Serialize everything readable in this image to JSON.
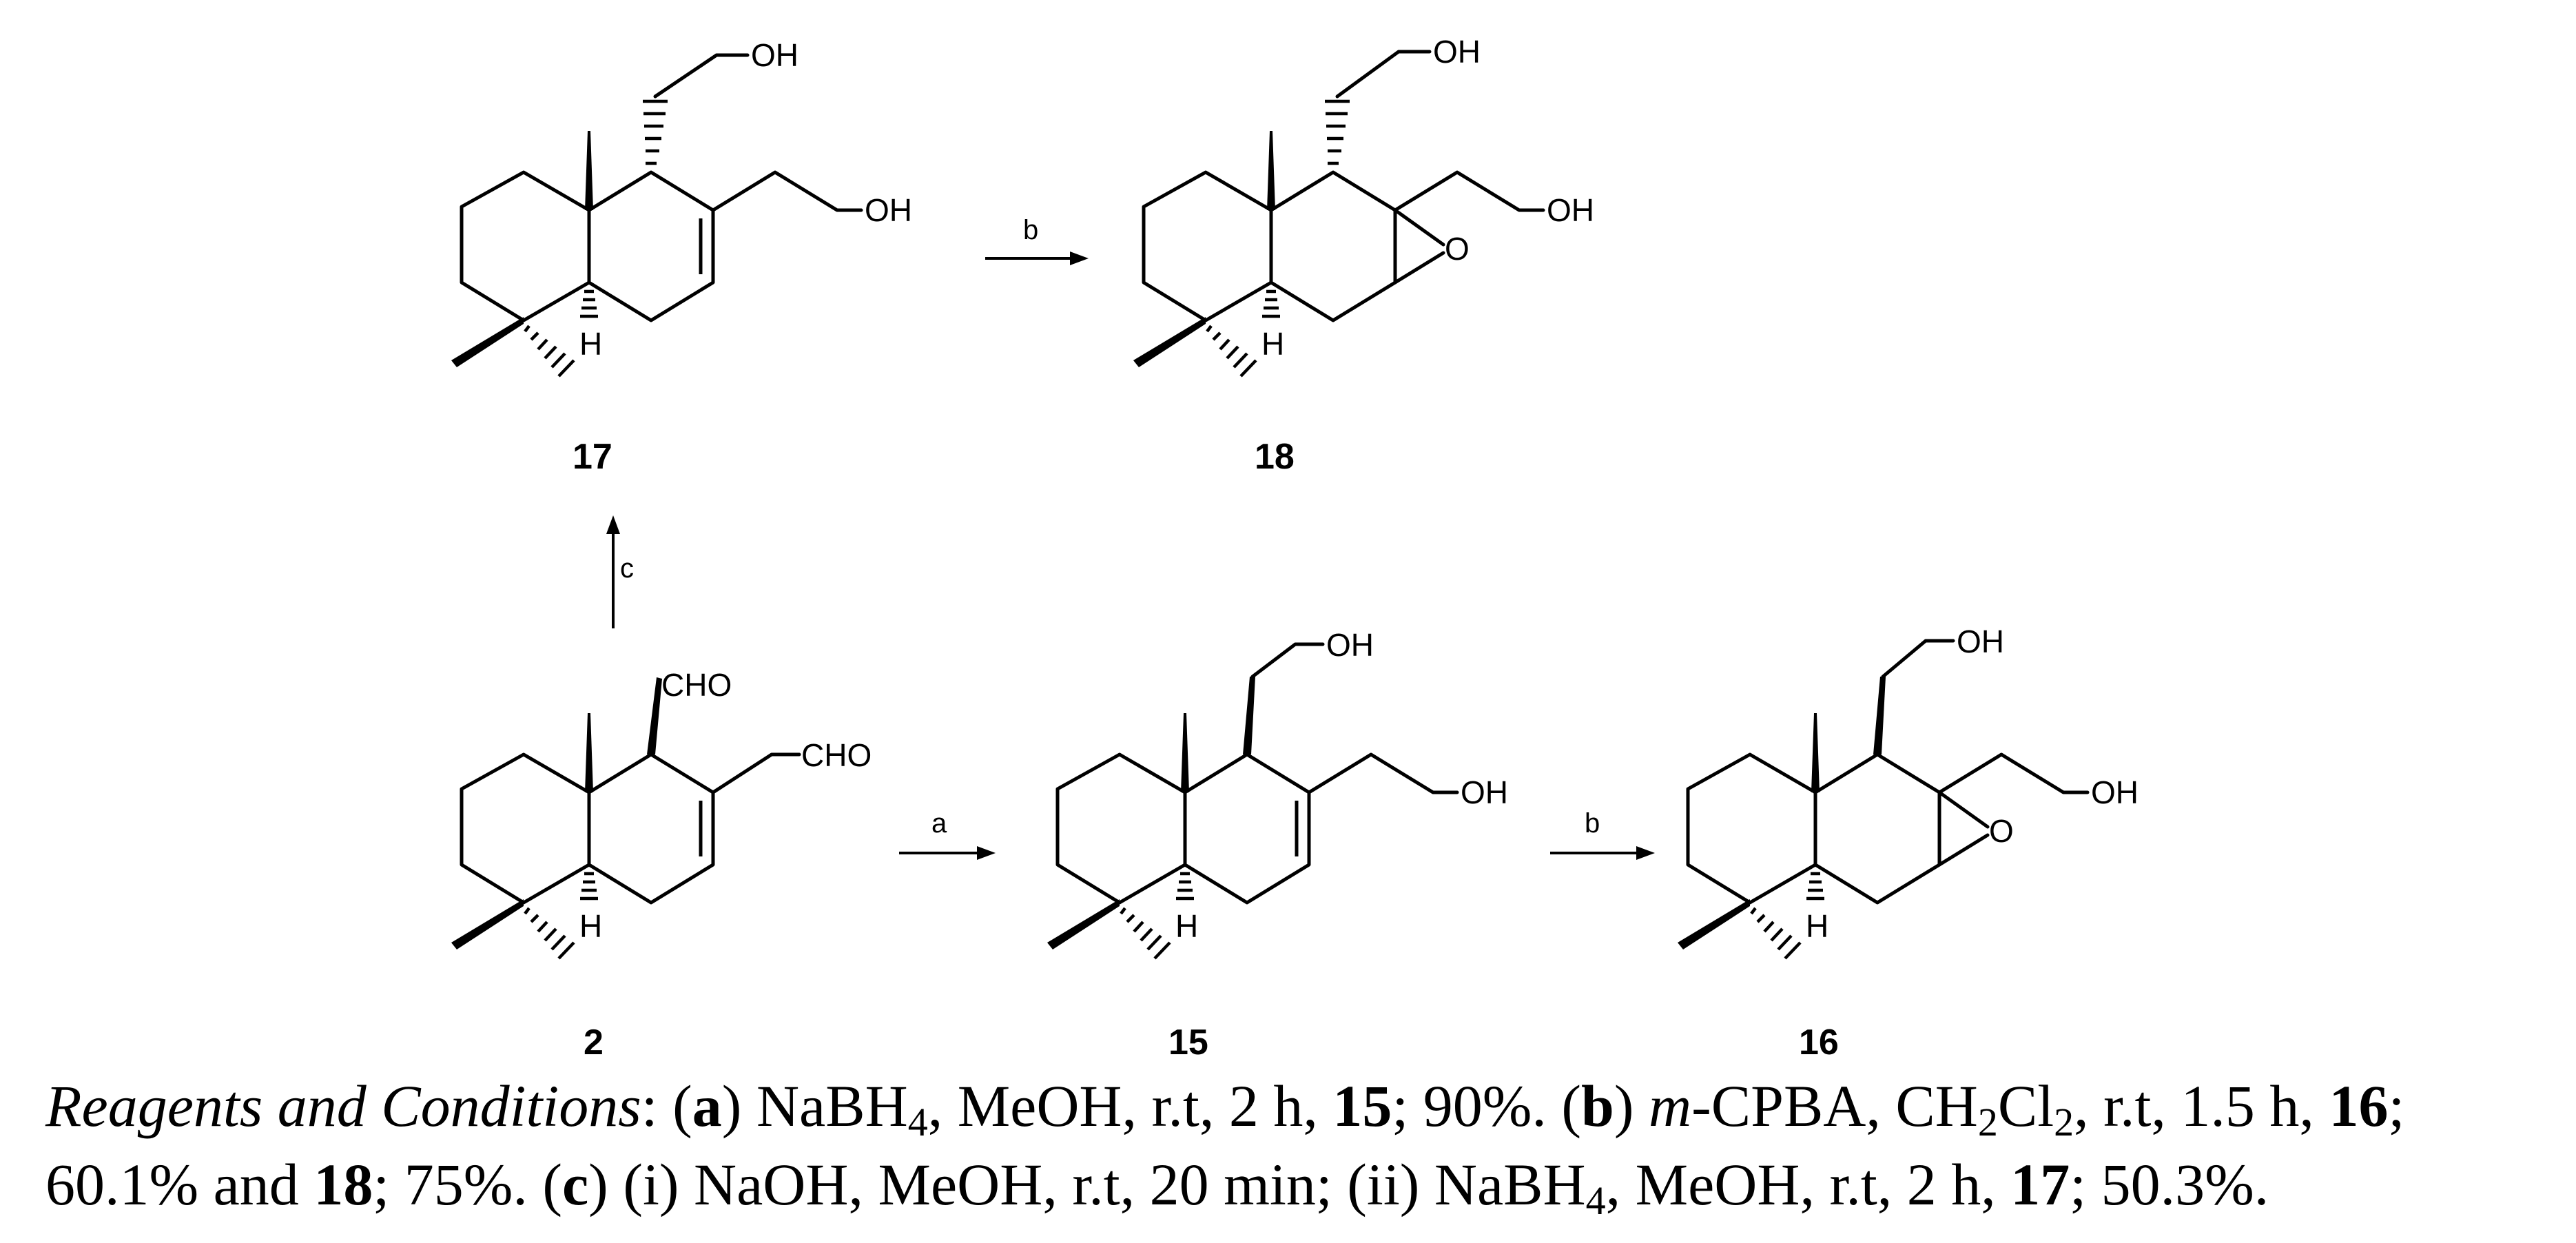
{
  "compounds": {
    "c2": {
      "number": "2",
      "substituent_a": "CHO",
      "substituent_b": "CHO",
      "h_label": "H"
    },
    "c15": {
      "number": "15",
      "substituent_a": "OH",
      "substituent_b": "OH",
      "h_label": "H"
    },
    "c16": {
      "number": "16",
      "substituent_a": "OH",
      "substituent_b": "OH",
      "h_label": "H",
      "epoxide_o": "O"
    },
    "c17": {
      "number": "17",
      "substituent_a": "OH",
      "substituent_b": "OH",
      "h_label": "H"
    },
    "c18": {
      "number": "18",
      "substituent_a": "OH",
      "substituent_b": "OH",
      "h_label": "H",
      "epoxide_o": "O"
    }
  },
  "arrows": {
    "a": {
      "label": "a",
      "from": "2",
      "to": "15"
    },
    "b_lower": {
      "label": "b",
      "from": "15",
      "to": "16"
    },
    "b_upper": {
      "label": "b",
      "from": "17",
      "to": "18"
    },
    "c": {
      "label": "c",
      "from": "2",
      "to": "17"
    }
  },
  "caption": {
    "lead": "Reagents and Conditions",
    "colon": ": ",
    "a_open": "(",
    "a_key": "a",
    "a_close": ") ",
    "a_text1": "NaBH",
    "a_sub": "4",
    "a_text2": ", MeOH, r.t, 2 h, ",
    "a_cmpd": "15",
    "a_yield": "; 90%. ",
    "b_open": "(",
    "b_key": "b",
    "b_close": ") ",
    "b_m": "m",
    "b_text1": "-CPBA, CH",
    "b_sub1": "2",
    "b_text2": "Cl",
    "b_sub2": "2",
    "b_text3": ", r.t, 1.5 h, ",
    "b_cmpd1": "16",
    "b_yield1": "; 60.1% and ",
    "b_cmpd2": "18",
    "b_yield2": "; 75%. ",
    "c_open": "(",
    "c_key": "c",
    "c_close": ") ",
    "c_text1": "(i) NaOH, MeOH, r.t, 20 min; (ii) NaBH",
    "c_sub": "4",
    "c_text2": ", MeOH, r.t, 2 h, ",
    "c_cmpd": "17",
    "c_yield": "; 50.3%."
  }
}
